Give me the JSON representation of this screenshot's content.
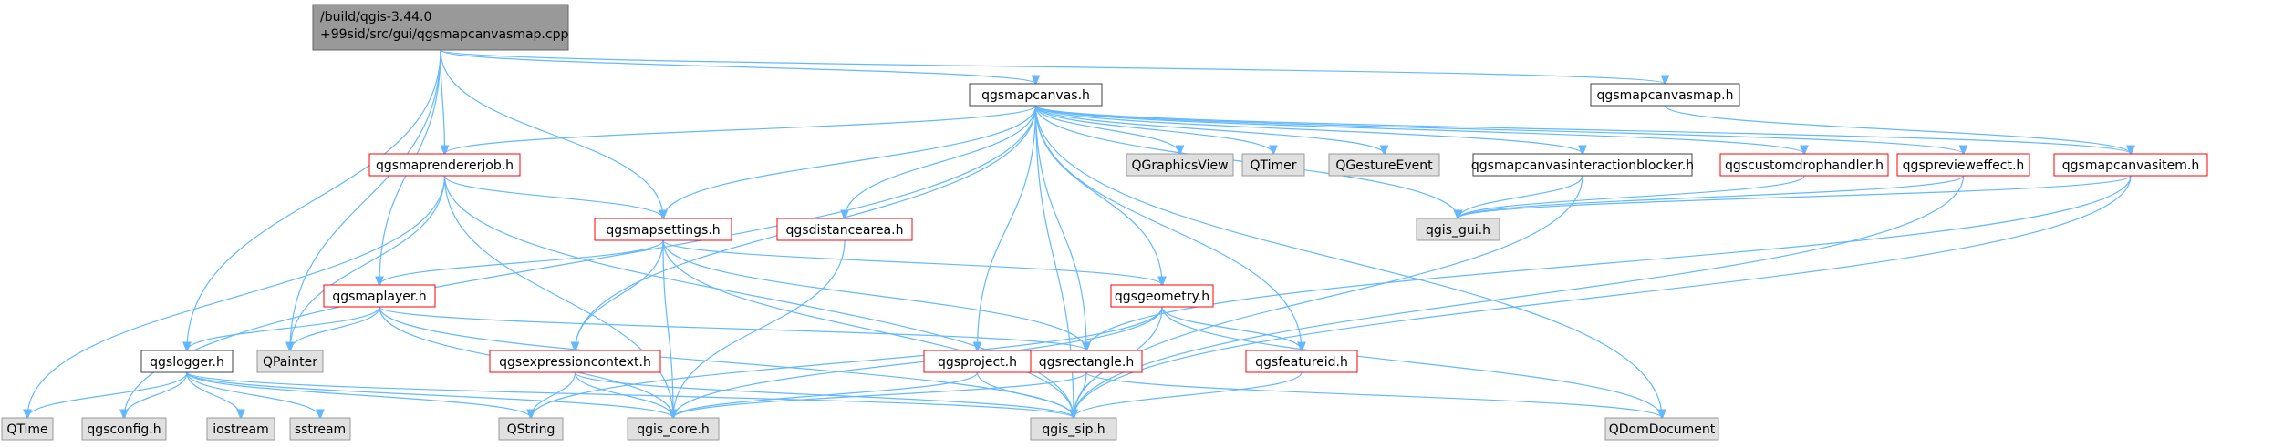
{
  "colors": {
    "edge": "#63b8ff",
    "root_fill": "#999999",
    "root_border": "#666666",
    "doc_border": "#ff0000",
    "plain_border": "#404040",
    "ext_fill": "#e0e0e0",
    "ext_border": "#999999",
    "text": "#000000"
  },
  "nodes": {
    "root": {
      "lines": [
        "/build/qgis-3.44.0",
        "+99sid/src/gui/qgsmapcanvasmap.cpp"
      ],
      "kind": "root"
    },
    "canvas": {
      "lines": [
        "qgsmapcanvas.h"
      ],
      "kind": "plain"
    },
    "canvasmap": {
      "lines": [
        "qgsmapcanvasmap.h"
      ],
      "kind": "plain"
    },
    "renderjob": {
      "lines": [
        "qgsmaprendererjob.h"
      ],
      "kind": "doc"
    },
    "settings": {
      "lines": [
        "qgsmapsettings.h"
      ],
      "kind": "doc"
    },
    "distance": {
      "lines": [
        "qgsdistancearea.h"
      ],
      "kind": "doc"
    },
    "maplayer": {
      "lines": [
        "qgsmaplayer.h"
      ],
      "kind": "doc"
    },
    "logger": {
      "lines": [
        "qgslogger.h"
      ],
      "kind": "plain"
    },
    "qpainter": {
      "lines": [
        "QPainter"
      ],
      "kind": "ext"
    },
    "exprctx": {
      "lines": [
        "qgsexpressioncontext.h"
      ],
      "kind": "doc"
    },
    "geometry": {
      "lines": [
        "qgsgeometry.h"
      ],
      "kind": "doc"
    },
    "project": {
      "lines": [
        "qgsproject.h"
      ],
      "kind": "doc"
    },
    "rectangle": {
      "lines": [
        "qgsrectangle.h"
      ],
      "kind": "doc"
    },
    "featureid": {
      "lines": [
        "qgsfeatureid.h"
      ],
      "kind": "doc"
    },
    "gview": {
      "lines": [
        "QGraphicsView"
      ],
      "kind": "ext"
    },
    "qtimer": {
      "lines": [
        "QTimer"
      ],
      "kind": "ext"
    },
    "gesture": {
      "lines": [
        "QGestureEvent"
      ],
      "kind": "ext"
    },
    "blocker": {
      "lines": [
        "qgsmapcanvasinteractionblocker.h"
      ],
      "kind": "plain"
    },
    "dropcustom": {
      "lines": [
        "qgscustomdrophandler.h"
      ],
      "kind": "doc"
    },
    "preview": {
      "lines": [
        "qgspreviewееffect.h"
      ],
      "kind": "doc"
    },
    "canvasitem": {
      "lines": [
        "qgsmapcanvasitem.h"
      ],
      "kind": "doc"
    },
    "gui": {
      "lines": [
        "qgis_gui.h"
      ],
      "kind": "ext"
    },
    "qtime": {
      "lines": [
        "QTime"
      ],
      "kind": "ext"
    },
    "config": {
      "lines": [
        "qgsconfig.h"
      ],
      "kind": "ext"
    },
    "iostream": {
      "lines": [
        "iostream"
      ],
      "kind": "ext"
    },
    "sstream": {
      "lines": [
        "sstream"
      ],
      "kind": "ext"
    },
    "qstring": {
      "lines": [
        "QString"
      ],
      "kind": "ext"
    },
    "core": {
      "lines": [
        "qgis_core.h"
      ],
      "kind": "ext"
    },
    "sip": {
      "lines": [
        "qgis_sip.h"
      ],
      "kind": "ext"
    },
    "domdoc": {
      "lines": [
        "QDomDocument"
      ],
      "kind": "ext"
    }
  }
}
